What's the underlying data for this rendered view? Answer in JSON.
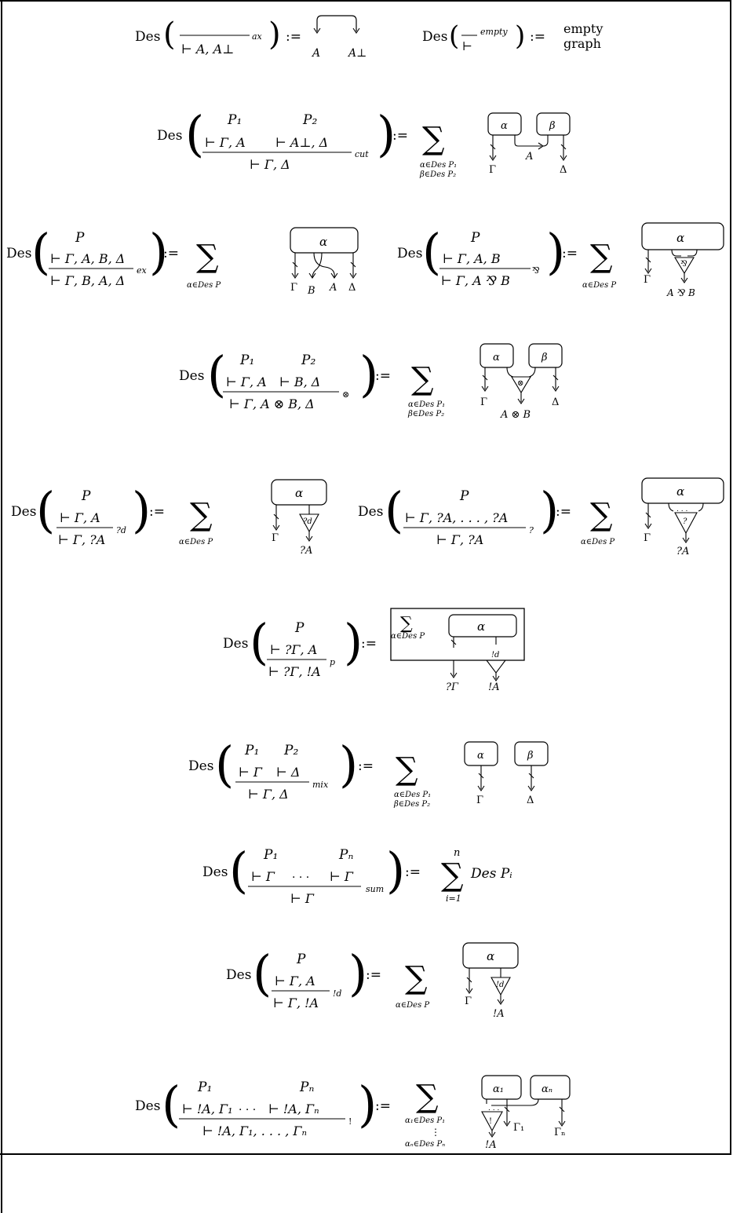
{
  "rules": {
    "ax": {
      "lhs": {
        "op": "Des",
        "concl": "⊢ A, A⊥",
        "name": "ax"
      },
      "assign": ":=",
      "graph": {
        "left": "A",
        "right": "A⊥"
      }
    },
    "empty": {
      "lhs": {
        "op": "Des",
        "concl": "⊢",
        "name": "empty"
      },
      "assign": ":=",
      "rhs_line1": "empty",
      "rhs_line2": "graph"
    },
    "cut": {
      "lhs": {
        "op": "Des",
        "p1": "P₁",
        "p2": "P₂",
        "prem1": "⊢ Γ, A",
        "prem2": "⊢ A⊥, Δ",
        "concl": "⊢ Γ, Δ",
        "name": "cut"
      },
      "assign": ":=",
      "sum": {
        "sym": "∑",
        "sub1": "α∈Des P₁",
        "sub2": "β∈Des P₂"
      },
      "graph": {
        "box1": "α",
        "box2": "β",
        "out1": "Γ",
        "mid": "A",
        "out2": "Δ"
      }
    },
    "ex": {
      "lhs": {
        "op": "Des",
        "p": "P",
        "prem": "⊢ Γ, A, B, Δ",
        "concl": "⊢ Γ, B, A, Δ",
        "name": "ex"
      },
      "assign": ":=",
      "sum": {
        "sym": "∑",
        "sub": "α∈Des P"
      },
      "graph": {
        "box": "α",
        "o1": "Γ",
        "o2": "B",
        "o3": "A",
        "o4": "Δ"
      }
    },
    "par": {
      "lhs": {
        "op": "Des",
        "p": "P",
        "prem": "⊢ Γ, A, B",
        "concl": "⊢ Γ, A ⅋ B",
        "name": "⅋"
      },
      "assign": ":=",
      "sum": {
        "sym": "∑",
        "sub": "α∈Des P"
      },
      "graph": {
        "box": "α",
        "o1": "Γ",
        "node": "⅋",
        "o2": "A ⅋ B"
      }
    },
    "tensor": {
      "lhs": {
        "op": "Des",
        "p1": "P₁",
        "p2": "P₂",
        "prem1": "⊢ Γ, A",
        "prem2": "⊢ B, Δ",
        "concl": "⊢ Γ, A ⊗ B, Δ",
        "name": "⊗"
      },
      "assign": ":=",
      "sum": {
        "sym": "∑",
        "sub1": "α∈Des P₁",
        "sub2": "β∈Des P₂"
      },
      "graph": {
        "box1": "α",
        "box2": "β",
        "out1": "Γ",
        "node": "⊗",
        "mid": "A ⊗ B",
        "out2": "Δ"
      }
    },
    "qd": {
      "lhs": {
        "op": "Des",
        "p": "P",
        "prem": "⊢ Γ, A",
        "concl": "⊢ Γ, ?A",
        "name": "?d"
      },
      "assign": ":=",
      "sum": {
        "sym": "∑",
        "sub": "α∈Des P"
      },
      "graph": {
        "box": "α",
        "o1": "Γ",
        "node": "?d",
        "o2": "?A"
      }
    },
    "qc": {
      "lhs": {
        "op": "Des",
        "p": "P",
        "prem": "⊢ Γ, ?A, . . . , ?A",
        "concl": "⊢ Γ, ?A",
        "name": "?"
      },
      "assign": ":=",
      "sum": {
        "sym": "∑",
        "sub": "α∈Des P"
      },
      "graph": {
        "box": "α",
        "o1": "Γ",
        "dots": ". . .",
        "node": "?",
        "o2": "?A"
      }
    },
    "prom": {
      "lhs": {
        "op": "Des",
        "p": "P",
        "prem": "⊢ ?Γ, A",
        "concl": "⊢ ?Γ, !A",
        "name": "p"
      },
      "assign": ":=",
      "sum": {
        "sym": "∑",
        "sub": "α∈Des P"
      },
      "graph": {
        "box": "α",
        "node": "!d",
        "o1": "?Γ",
        "o2": "!A"
      }
    },
    "mix": {
      "lhs": {
        "op": "Des",
        "p1": "P₁",
        "p2": "P₂",
        "prem1": "⊢ Γ",
        "prem2": "⊢ Δ",
        "concl": "⊢ Γ, Δ",
        "name": "mix"
      },
      "assign": ":=",
      "sum": {
        "sym": "∑",
        "sub1": "α∈Des P₁",
        "sub2": "β∈Des P₂"
      },
      "graph": {
        "box1": "α",
        "box2": "β",
        "out1": "Γ",
        "out2": "Δ"
      }
    },
    "sum": {
      "lhs": {
        "op": "Des",
        "p1": "P₁",
        "pn": "Pₙ",
        "prem1": "⊢ Γ",
        "dots": "· · ·",
        "premn": "⊢ Γ",
        "concl": "⊢ Γ",
        "name": "sum"
      },
      "assign": ":=",
      "rhs": {
        "sym": "∑",
        "sup": "n",
        "sub": "i=1",
        "body": "Des Pᵢ"
      }
    },
    "bd": {
      "lhs": {
        "op": "Des",
        "p": "P",
        "prem": "⊢ Γ, A",
        "concl": "⊢ Γ, !A",
        "name": "!d"
      },
      "assign": ":=",
      "sum": {
        "sym": "∑",
        "sub": "α∈Des P"
      },
      "graph": {
        "box": "α",
        "o1": "Γ",
        "node": "!d",
        "o2": "!A"
      }
    },
    "bang": {
      "lhs": {
        "op": "Des",
        "p1": "P₁",
        "pn": "Pₙ",
        "prem1": "⊢ !A, Γ₁",
        "dots": "· · ·",
        "premn": "⊢ !A, Γₙ",
        "concl": "⊢ !A, Γ₁, . . . , Γₙ",
        "name": "!"
      },
      "assign": ":=",
      "sum": {
        "sym": "∑",
        "sub1": "α₁∈Des P₁",
        "vdots": "⋮",
        "sub2": "αₙ∈Des Pₙ"
      },
      "graph": {
        "box1": "α₁",
        "box2": "αₙ",
        "dots": ". . .",
        "node": "!",
        "o1": "Γ₁",
        "o2": "Γₙ",
        "o3": "!A"
      }
    }
  }
}
